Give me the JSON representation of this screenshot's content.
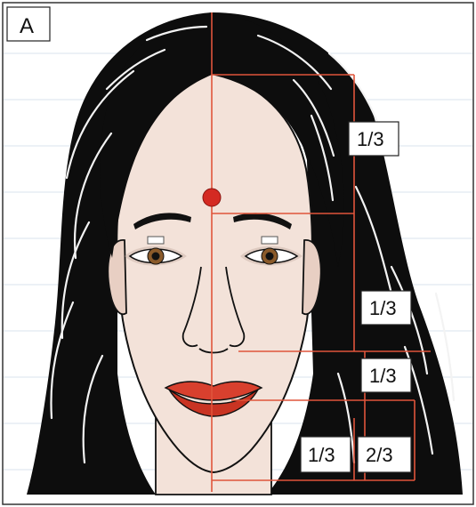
{
  "panel_label": "A",
  "proportion_labels": {
    "upper_third": "1/3",
    "middle_third": "1/3",
    "lower_third": "1/3",
    "lip_to_chin_third": "1/3",
    "lip_to_chin_two_thirds": "2/3"
  },
  "colors": {
    "guide_line": "#e0553b",
    "bindi": "#d42a22",
    "skin": "#f3e2d9",
    "hair": "#0d0d0d",
    "lips": "#d8402e",
    "iris": "#8a5a2a",
    "grid": "#d9e3ec"
  }
}
